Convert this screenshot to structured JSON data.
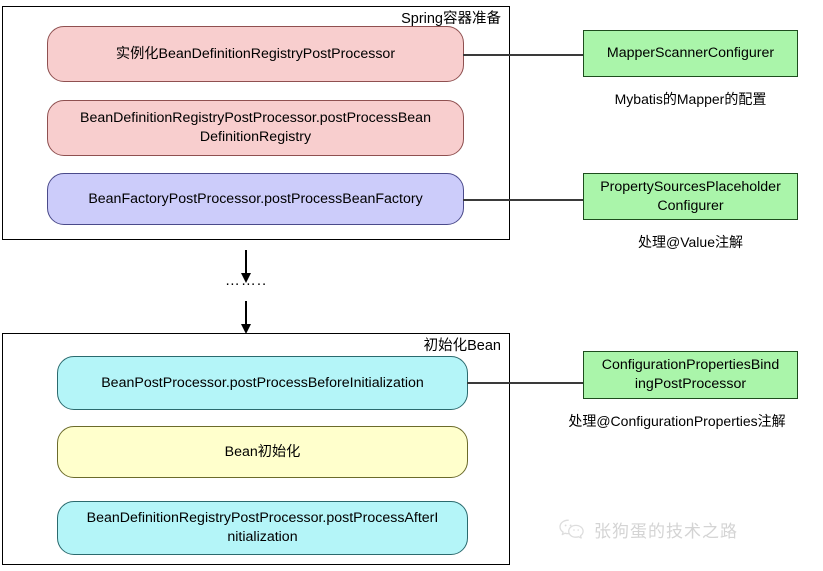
{
  "diagram": {
    "title_hidden": "Spring Bean lifecycle postprocessor diagram",
    "groups": [
      {
        "id": "spring-container-preparation",
        "title": "Spring容器准备",
        "stages": [
          {
            "id": "stage-1",
            "label": "实例化BeanDefinitionRegistryPostProcessor",
            "color": "#f8cece"
          },
          {
            "id": "stage-2",
            "label": "BeanDefinitionRegistryPostProcessor.postProcessBean\nDefinitionRegistry",
            "color": "#f8cece"
          },
          {
            "id": "stage-3",
            "label": "BeanFactoryPostProcessor.postProcessBeanFactory",
            "color": "#ccccfa"
          }
        ]
      },
      {
        "id": "initialize-bean",
        "title": "初始化Bean",
        "stages": [
          {
            "id": "stage-4",
            "label": "BeanPostProcessor.postProcessBeforeInitialization",
            "color": "#b4f5f8"
          },
          {
            "id": "stage-5",
            "label": "Bean初始化",
            "color": "#ffffcc"
          },
          {
            "id": "stage-6",
            "label": "BeanDefinitionRegistryPostProcessor.postProcessAfterI\nnitialization",
            "color": "#b4f5f8"
          }
        ]
      }
    ],
    "notes": [
      {
        "id": "note-1",
        "label": "MapperScannerConfigurer",
        "caption": "Mybatis的Mapper的配置",
        "color": "#aaf5aa"
      },
      {
        "id": "note-2",
        "label": "PropertySourcesPlaceholder\nConfigurer",
        "caption": "处理@Value注解",
        "color": "#aaf5aa"
      },
      {
        "id": "note-3",
        "label": "ConfigurationPropertiesBind\ningPostProcessor",
        "caption": "处理@ConfigurationProperties注解",
        "color": "#aaf5aa"
      }
    ],
    "flow": {
      "ellipsis": "……..",
      "arrow_top_name": "down-arrow-icon",
      "arrow_bottom_name": "down-arrow-icon"
    },
    "watermark": {
      "text": "张狗蛋的技术之路",
      "icon": "wechat-icon",
      "color": "#d4d4d4"
    }
  }
}
